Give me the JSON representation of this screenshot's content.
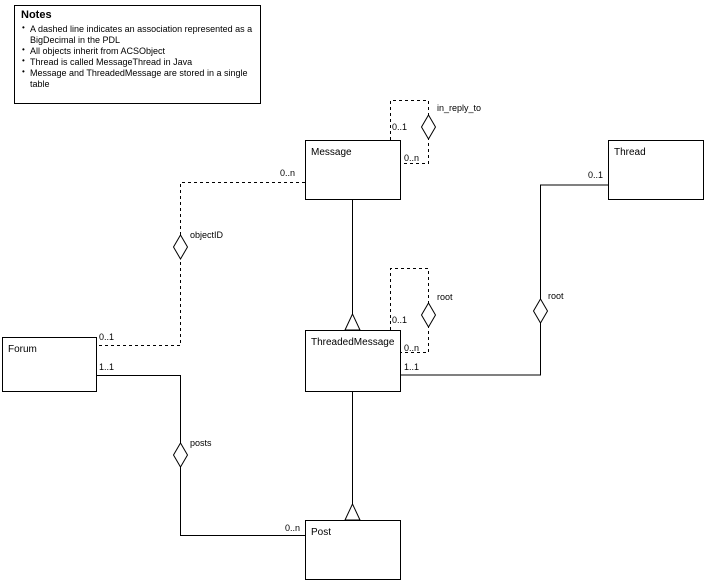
{
  "notes": {
    "title": "Notes",
    "items": [
      "A dashed line indicates an association represented as a BigDecimal in the PDL",
      "All objects inherit from ACSObject",
      "Thread is called MessageThread in Java",
      "Message and ThreadedMessage are stored in a single table"
    ]
  },
  "classes": {
    "message": {
      "name": "Message"
    },
    "thread": {
      "name": "Thread"
    },
    "forum": {
      "name": "Forum"
    },
    "threaded_message": {
      "name": "ThreadedMessage"
    },
    "post": {
      "name": "Post"
    }
  },
  "associations": {
    "in_reply_to": {
      "label": "in_reply_to",
      "mult_top": "0..1",
      "mult_side": "0..n"
    },
    "root_self": {
      "label": "root",
      "mult_top": "0..1",
      "mult_side": "0..n"
    },
    "root_thread": {
      "label": "root",
      "mult_thread": "0..1",
      "mult_threaded_message": "1..1"
    },
    "object_id": {
      "label": "objectID",
      "mult_message": "0..n",
      "mult_forum": "0..1"
    },
    "posts": {
      "label": "posts",
      "mult_forum": "1..1",
      "mult_post": "0..n"
    }
  }
}
